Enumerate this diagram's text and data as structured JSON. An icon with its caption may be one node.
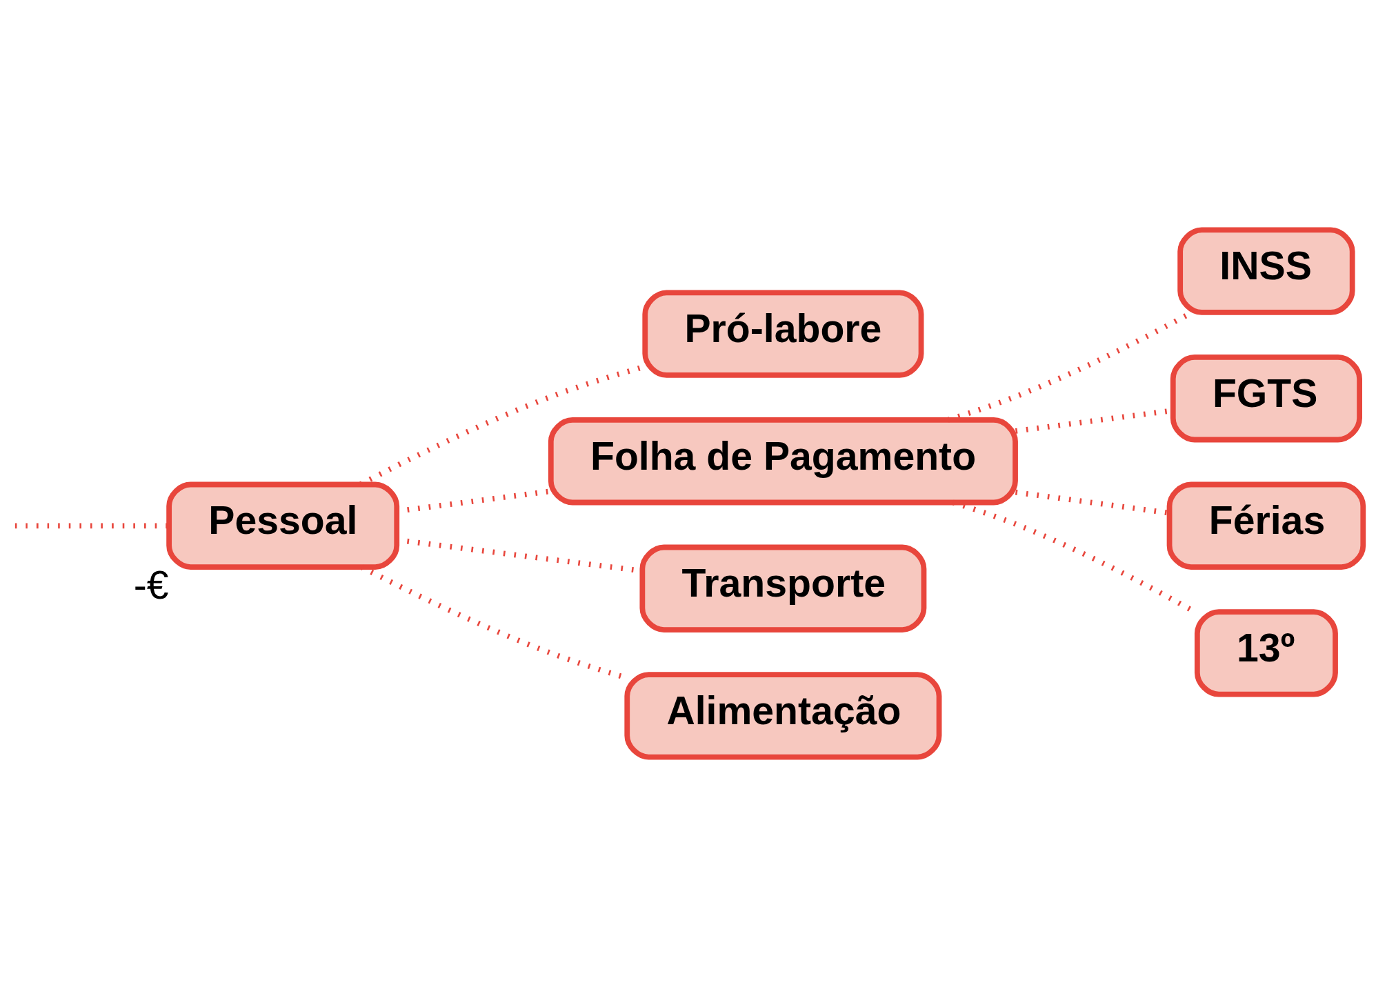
{
  "diagram": {
    "nodes": [
      {
        "text": [
          "Pessoal"
        ],
        "beside": [
          "-€"
        ]
      },
      {
        "text": [
          "Pró-labore"
        ]
      },
      {
        "text": [
          "Folha de Pagamento"
        ]
      },
      {
        "text": [
          "INSS"
        ]
      },
      {
        "text": [
          "FGTS"
        ]
      },
      {
        "text": [
          "Férias"
        ]
      },
      {
        "text": [
          "13º"
        ]
      },
      {
        "text": [
          "Transporte"
        ]
      },
      {
        "text": [
          "Alimentação"
        ]
      }
    ],
    "edges": [
      {
        "from": null,
        "to": 0,
        "arrow": "none",
        "style": "dashed"
      },
      {
        "from": 0,
        "to": 1,
        "arrow": "none",
        "style": "dashed"
      },
      {
        "from": 0,
        "to": 2,
        "arrow": "none",
        "style": "dashed"
      },
      {
        "from": 2,
        "to": 3,
        "arrow": "none",
        "style": "dashed"
      },
      {
        "from": 2,
        "to": 4,
        "arrow": "none",
        "style": "dashed"
      },
      {
        "from": 2,
        "to": 5,
        "arrow": "none",
        "style": "dashed"
      },
      {
        "from": 2,
        "to": 6,
        "arrow": "none",
        "style": "dashed"
      },
      {
        "from": 0,
        "to": 7,
        "arrow": "none",
        "style": "dashed"
      },
      {
        "from": 0,
        "to": 8,
        "arrow": "none",
        "style": "dashed"
      }
    ]
  }
}
